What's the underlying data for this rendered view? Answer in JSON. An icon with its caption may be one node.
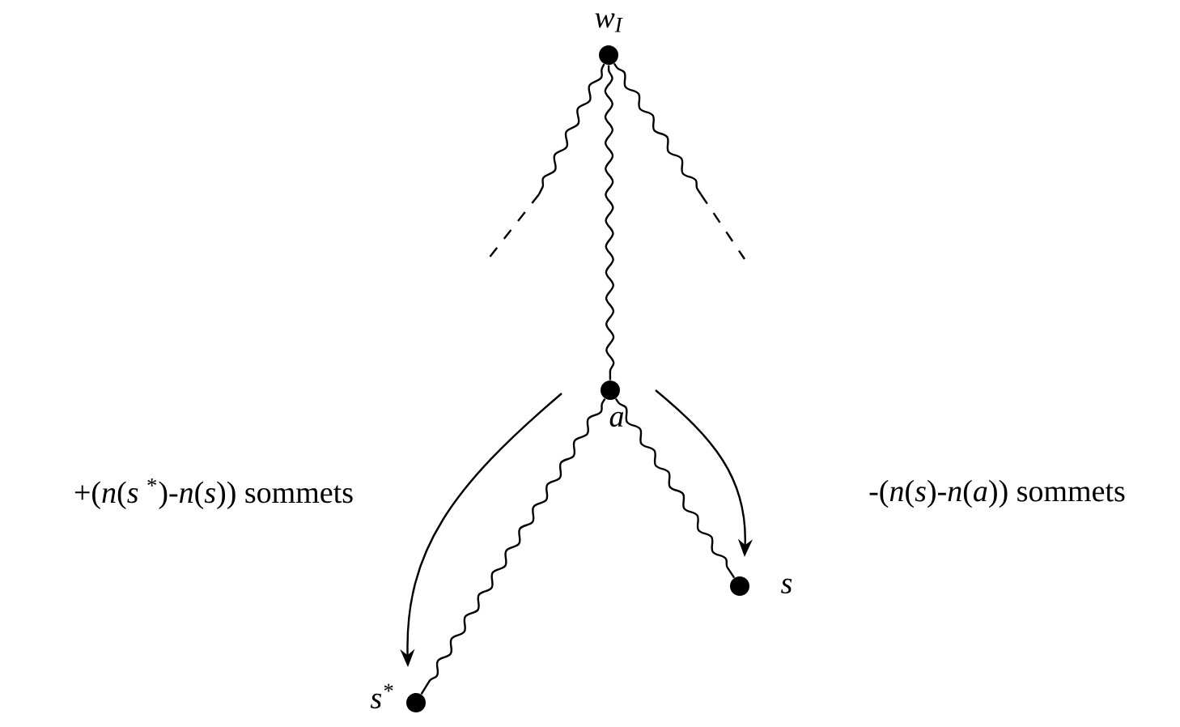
{
  "diagram": {
    "nodes": [
      {
        "text": [],
        "shape": "circle",
        "beside": [
          "*w*$_{I}$"
        ]
      },
      {
        "text": [],
        "shape": "circle",
        "beside": [
          "a"
        ]
      },
      {
        "text": [],
        "shape": "circle",
        "beside": [
          "s"
        ]
      },
      {
        "text": [],
        "shape": "circle",
        "beside": [
          "*s*$^{*}$"
        ]
      }
    ],
    "edges": [
      {
        "from": 0,
        "to": 1,
        "arrow": "none"
      },
      {
        "from": 0,
        "to": null,
        "arrow": "none"
      },
      {
        "from": 0,
        "to": null,
        "arrow": "none"
      },
      {
        "from": 1,
        "to": 2,
        "arrow": "none"
      },
      {
        "from": 1,
        "to": 3,
        "arrow": "none"
      }
    ],
    "labels": [
      "+(*n*(*s* $^{*}$)-*n*(*s*)) sommets",
      "-(*n*(*s*)-*n*(*a*)) sommets"
    ]
  }
}
